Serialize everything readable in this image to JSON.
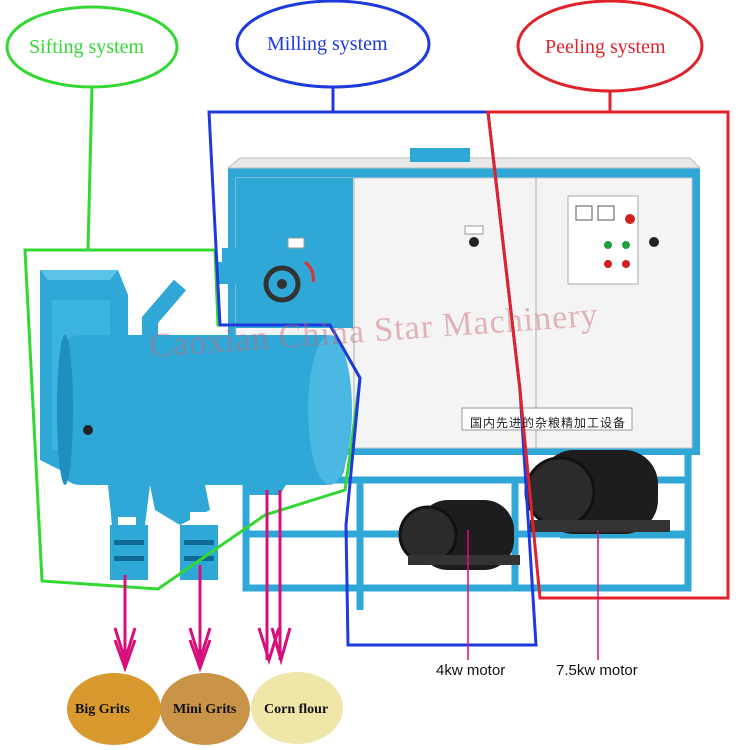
{
  "systems": {
    "sifting": {
      "label": "Sifting system",
      "color": "#33d833"
    },
    "milling": {
      "label": "Milling system",
      "color": "#1e3adc"
    },
    "peeling": {
      "label": "Peeling system",
      "color": "#e0222a"
    }
  },
  "motors": {
    "small": "4kw motor",
    "large": "7.5kw motor"
  },
  "products": [
    {
      "label": "Big Grits",
      "color": "#d89a2e"
    },
    {
      "label": "Mini Grits",
      "color": "#c99348"
    },
    {
      "label": "Corn flour",
      "color": "#efe6a8"
    }
  ],
  "machine": {
    "nameplate": "国内先进的杂粮精加工设备",
    "watermark": "Caoxian China Star Machinery",
    "body_color": "#2fa8d8",
    "panel_color": "#f4f4f4"
  },
  "arrow_color": "#d6107a"
}
